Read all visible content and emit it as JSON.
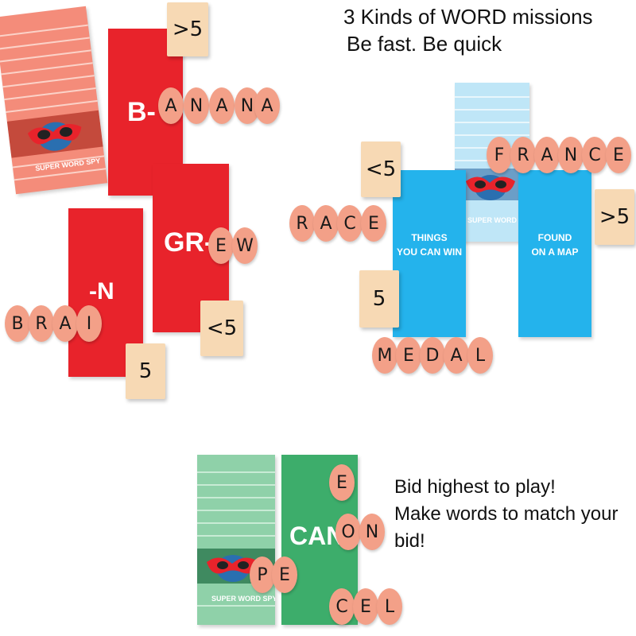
{
  "header": {
    "line1": "3 Kinds of WORD missions",
    "line2": "Be fast. Be quick"
  },
  "footer_text": {
    "line1": "Bid highest to play!",
    "line2": "Make words to match your bid!"
  },
  "deck_label": "SUPER WORD SPY",
  "red_group": {
    "cards": [
      "B-",
      "GR-",
      "-N"
    ],
    "tiles": [
      ">5",
      "<5",
      "5"
    ],
    "words": {
      "banana": [
        "A",
        "N",
        "A",
        "N",
        "A"
      ],
      "grew": [
        "E",
        "W"
      ],
      "brain": [
        "B",
        "R",
        "A",
        "I"
      ]
    }
  },
  "blue_group": {
    "cards": [
      "THINGS\nYOU CAN WIN",
      "FOUND\nON A MAP"
    ],
    "tiles": [
      "<5",
      ">5",
      "5"
    ],
    "words": {
      "france": [
        "F",
        "R",
        "A",
        "N",
        "C",
        "E"
      ],
      "race": [
        "R",
        "A",
        "C",
        "E"
      ],
      "medal": [
        "M",
        "E",
        "D",
        "A",
        "L"
      ]
    }
  },
  "green_group": {
    "card": "CAN",
    "words": {
      "canoe_letters": [
        "E",
        "O",
        "N"
      ],
      "pe": [
        "P",
        "E"
      ],
      "cel": [
        "C",
        "E",
        "L"
      ]
    }
  },
  "colors": {
    "red_card": "#e8232b",
    "blue_card": "#24b3ec",
    "green_card": "#3dad6b",
    "tile": "#f7d9b4",
    "chip": "#f3a088",
    "deck_red": "#f48c7a",
    "deck_blue": "#bfe6f7",
    "deck_green": "#8fd1a9"
  }
}
